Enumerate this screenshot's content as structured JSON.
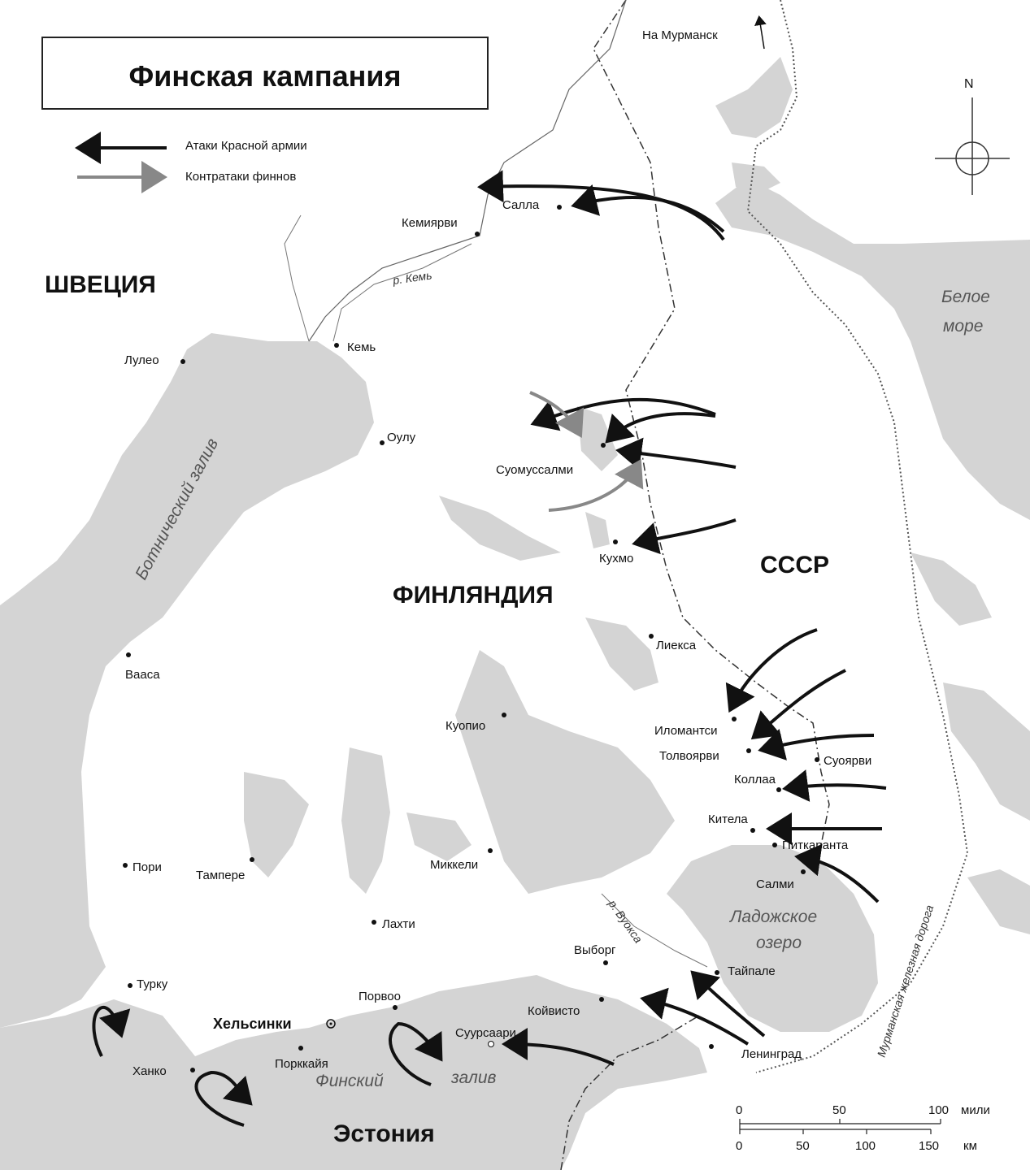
{
  "title": "Финская кампания",
  "legend": {
    "red_army": "Атаки Красной армии",
    "finn_counter": "Контратаки финнов"
  },
  "compass": "N",
  "colors": {
    "land_water": "#d4d4d4",
    "arrow_red": "#111111",
    "arrow_finn": "#888888"
  },
  "countries": {
    "sweden": "ШВЕЦИЯ",
    "finland": "ФИНЛЯНДИЯ",
    "ussr": "СССР",
    "estonia": "Эстония"
  },
  "waters": {
    "white_sea_1": "Белое",
    "white_sea_2": "море",
    "bothnia": "Ботнический залив",
    "ladoga_1": "Ладожское",
    "ladoga_2": "озеро",
    "finnish_1": "Финский",
    "finnish_2": "залив"
  },
  "rivers": {
    "kem": "р. Кемь",
    "vuoksa": "р. Вуокса"
  },
  "railway": "Мурманская железная дорога",
  "to_murmansk": "На Мурманск",
  "capital": "Хельсинки",
  "cities": {
    "salla": "Салла",
    "kemijarvi": "Кемиярви",
    "kem": "Кемь",
    "lulea": "Лулео",
    "oulu": "Оулу",
    "suomussalmi": "Суомуссалми",
    "kuhmo": "Кухмо",
    "lieksa": "Лиекса",
    "vaasa": "Вааса",
    "kuopio": "Куопио",
    "ilomantsi": "Иломантси",
    "tolvajarvi": "Толвоярви",
    "suojarvi": "Суоярви",
    "kollaa": "Коллаа",
    "kitela": "Кителa",
    "pitkaranta": "Питкаранта",
    "salmi": "Салми",
    "pori": "Пори",
    "tampere": "Тампере",
    "mikkeli": "Миккели",
    "lahti": "Лахти",
    "vyborg": "Выборг",
    "taipale": "Тайпале",
    "turku": "Турку",
    "porvoo": "Порвоо",
    "koivisto": "Койвисто",
    "suursaari": "Суурсаари",
    "leningrad": "Ленинград",
    "hanko": "Ханко",
    "porkkala": "Порккайя"
  },
  "scale": {
    "miles_unit": "мили",
    "km_unit": "км",
    "miles": [
      "0",
      "50",
      "100"
    ],
    "km": [
      "0",
      "50",
      "100",
      "150"
    ]
  }
}
